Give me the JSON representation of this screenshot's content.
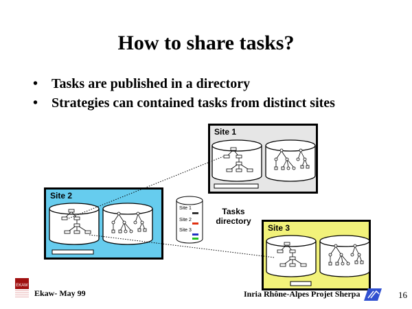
{
  "title": "How to share tasks?",
  "bullets": [
    "Tasks are published in a directory",
    "Strategies can contained tasks from distinct sites"
  ],
  "bullet_symbol": "•",
  "sites": [
    {
      "label": "Site 1",
      "color": "#e6e6e6"
    },
    {
      "label": "Site 2",
      "color": "#66ccee"
    },
    {
      "label": "Site 3",
      "color": "#f2f27a"
    }
  ],
  "directory": {
    "label_line1": "Tasks",
    "label_line2": "directory",
    "entries": [
      "Site 1",
      "Site 2",
      "Site 3"
    ],
    "entry_colors": [
      "#333333",
      "#e03010",
      "#2030c0",
      "#20c020"
    ]
  },
  "footer": {
    "left": "Ekaw- May 99",
    "right": "Inria Rhône-Alpes Projet Sherpa",
    "page": "16",
    "left_logo_text": "EKAW"
  }
}
